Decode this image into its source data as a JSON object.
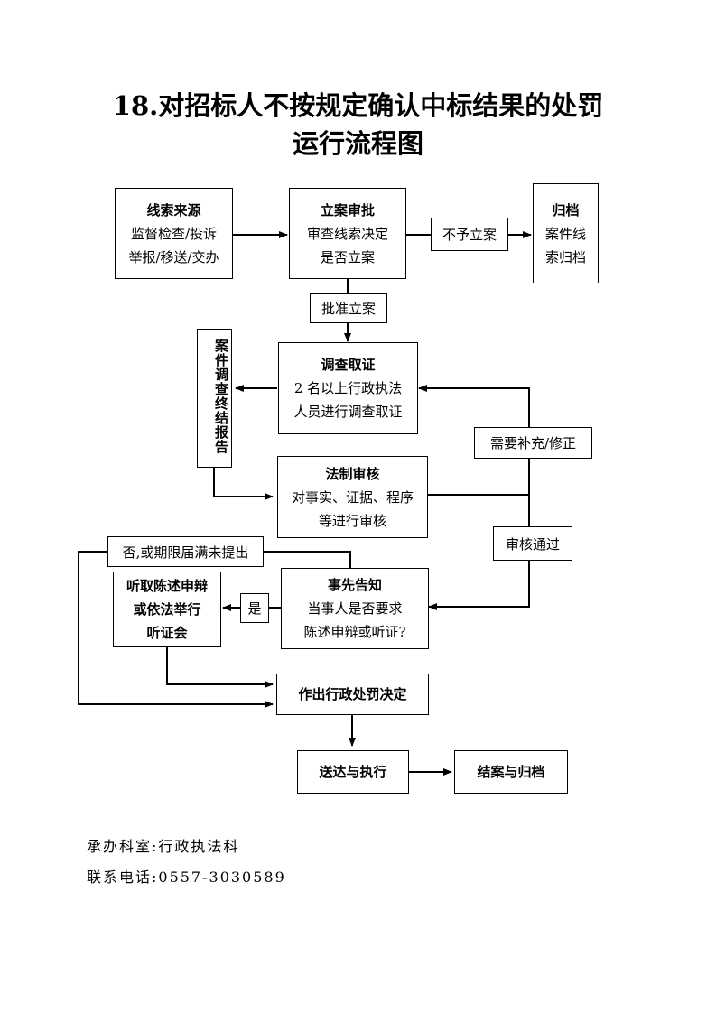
{
  "title": {
    "line1": "18.对招标人不按规定确认中标结果的处罚",
    "line2": "运行流程图"
  },
  "boxes": {
    "clue_source": {
      "title": "线索来源",
      "line1": "监督检查/投诉",
      "line2": "举报/移送/交办"
    },
    "filing_approval": {
      "title": "立案审批",
      "line1": "审查线索决定",
      "line2": "是否立案"
    },
    "archive_clue": {
      "title": "归档",
      "line1": "案件线",
      "line2": "索归档"
    },
    "investigation": {
      "title": "调查取证",
      "line1": "2 名以上行政执法",
      "line2": "人员进行调查取证"
    },
    "legal_review": {
      "title": "法制审核",
      "line1": "对事实、证据、程序",
      "line2": "等进行审核"
    },
    "prior_notice": {
      "title": "事先告知",
      "line1": "当事人是否要求",
      "line2": "陈述申辩或听证?"
    },
    "hearing": {
      "line1": "听取陈述申辩",
      "line2": "或依法举行",
      "line3": "听证会"
    },
    "decision": {
      "title": "作出行政处罚决定"
    },
    "delivery": {
      "title": "送达与执行"
    },
    "closing": {
      "title": "结案与归档"
    },
    "final_report": {
      "title": "案件调查终结报告"
    }
  },
  "labels": {
    "no_filing": "不予立案",
    "approve_filing": "批准立案",
    "need_supplement": "需要补充/修正",
    "review_passed": "审核通过",
    "no_or_expired": "否,或期限届满未提出",
    "yes": "是"
  },
  "footer": {
    "department": "承办科室:行政执法科",
    "phone": "联系电话:0557-3030589"
  }
}
